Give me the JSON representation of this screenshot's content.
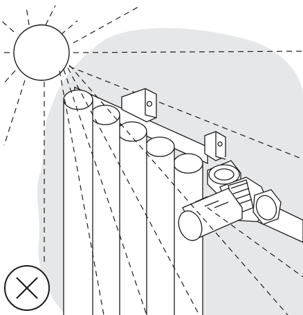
{
  "illustration": {
    "subject": "radiator-thermostatic-valve",
    "icons": [
      "sun-icon",
      "prohibited-x-icon"
    ],
    "colors": {
      "background": "#ffffff",
      "shadow_blob": "#e6e7e8",
      "line": "#1a1a1a",
      "fill": "#ffffff"
    },
    "counts": {
      "radiator_columns": 5,
      "sun_rays": 10,
      "light_rays": 6
    }
  }
}
